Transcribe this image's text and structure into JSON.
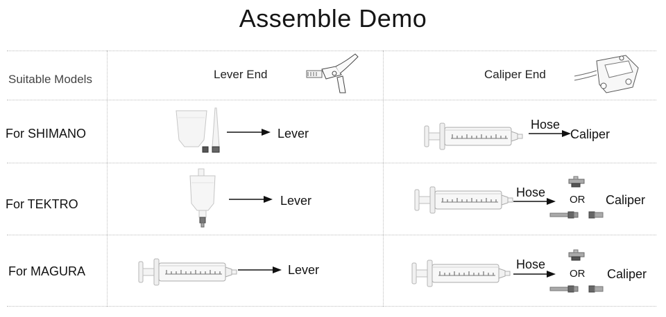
{
  "title": "Assemble Demo",
  "header": {
    "models_label": "Suitable Models",
    "lever_end": "Lever End",
    "caliper_end": "Caliper End"
  },
  "rows": [
    {
      "model": "For SHIMANO",
      "lever_text": "Lever",
      "hose_text": "Hose",
      "caliper_text": "Caliper"
    },
    {
      "model": "For TEKTRO",
      "lever_text": "Lever",
      "hose_text": "Hose",
      "or_text": "OR",
      "caliper_text": "Caliper"
    },
    {
      "model": "For MAGURA",
      "lever_text": "Lever",
      "hose_text": "Hose",
      "or_text": "OR",
      "caliper_text": "Caliper"
    }
  ]
}
